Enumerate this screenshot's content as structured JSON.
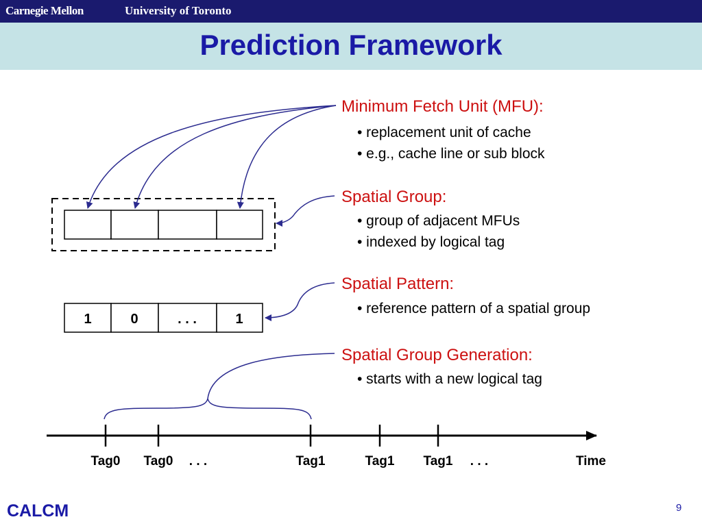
{
  "header": {
    "university_left": "Carnegie Mellon",
    "university_right": "University of Toronto"
  },
  "title": "Prediction Framework",
  "sections": {
    "mfu": {
      "heading": "Minimum Fetch Unit (MFU):",
      "bullets": [
        "• replacement unit of cache",
        "• e.g., cache line or sub block"
      ]
    },
    "spatial_group": {
      "heading": "Spatial Group:",
      "bullets": [
        "• group of adjacent MFUs",
        "• indexed by logical tag"
      ]
    },
    "spatial_pattern": {
      "heading": "Spatial Pattern:",
      "bullets": [
        "• reference pattern of a spatial group"
      ]
    },
    "generation": {
      "heading": "Spatial Group Generation:",
      "bullets": [
        "• starts with a new logical tag"
      ]
    }
  },
  "pattern_cells": [
    "1",
    "0",
    ". . .",
    "1"
  ],
  "timeline": {
    "labels": [
      "Tag0",
      "Tag0",
      ". . .",
      "Tag1",
      "Tag1",
      "Tag1",
      ". . .",
      "Time"
    ]
  },
  "footer": {
    "logo": "CALCM",
    "page_number": "9"
  },
  "colors": {
    "header_bar": "#1a1a6e",
    "title_band": "#c5e3e6",
    "title_text": "#1a1aa6",
    "heading_text": "#cc1010",
    "arrow": "#2b2b8f"
  }
}
